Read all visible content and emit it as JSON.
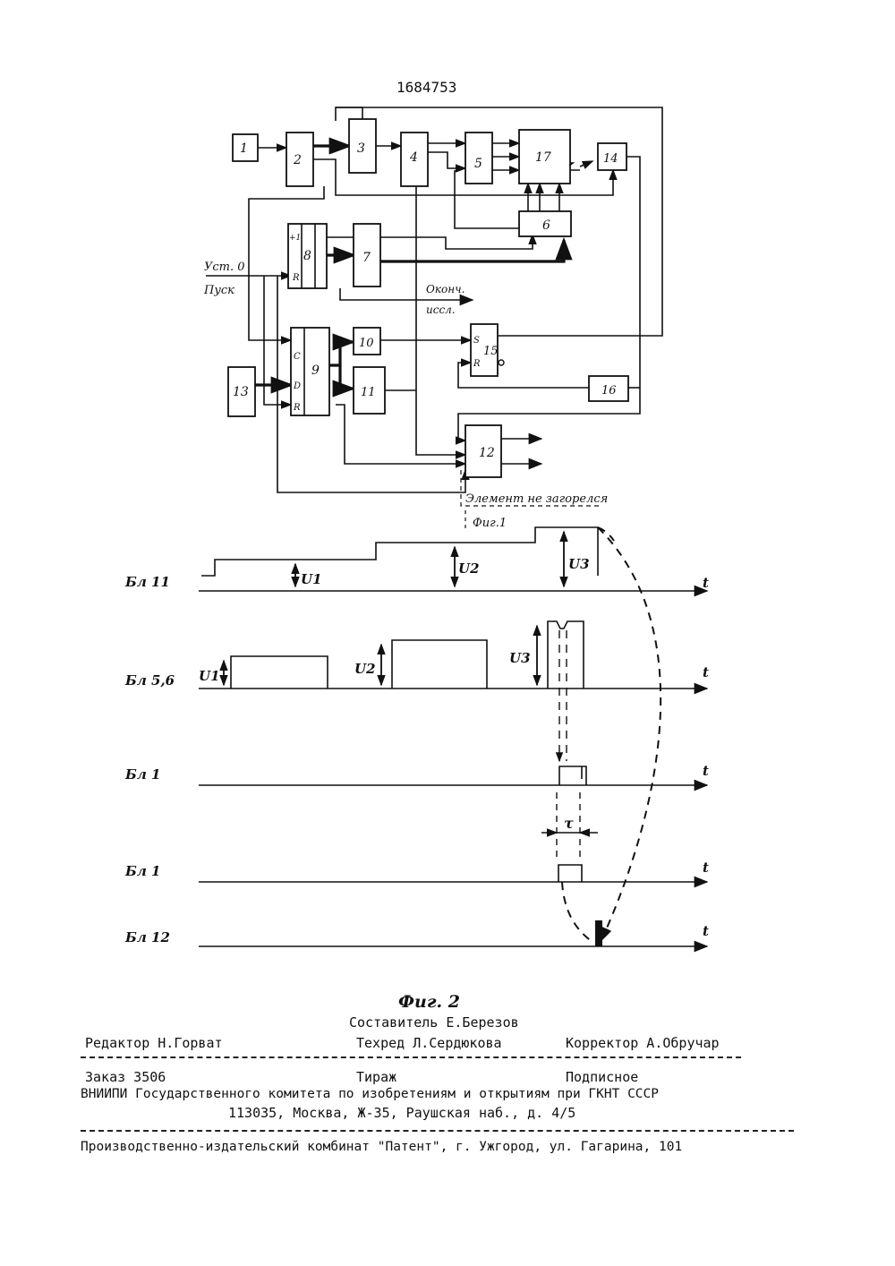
{
  "patent_number": "1684753",
  "fig1": {
    "blocks": [
      {
        "id": "b1",
        "label": "1"
      },
      {
        "id": "b2",
        "label": "2"
      },
      {
        "id": "b3",
        "label": "3"
      },
      {
        "id": "b4",
        "label": "4"
      },
      {
        "id": "b5",
        "label": "5"
      },
      {
        "id": "b17",
        "label": "17"
      },
      {
        "id": "b14",
        "label": "14"
      },
      {
        "id": "b6",
        "label": "6"
      },
      {
        "id": "b8",
        "label": "8"
      },
      {
        "id": "b7",
        "label": "7"
      },
      {
        "id": "b9",
        "label": "9"
      },
      {
        "id": "b13",
        "label": "13"
      },
      {
        "id": "b10",
        "label": "10"
      },
      {
        "id": "b11",
        "label": "11"
      },
      {
        "id": "b15",
        "label": "15"
      },
      {
        "id": "b16",
        "label": "16"
      },
      {
        "id": "b12",
        "label": "12"
      }
    ],
    "pins": {
      "b8_plus1": "+1",
      "b8_R": "R",
      "b9_C": "C",
      "b9_D": "D",
      "b9_R": "R",
      "b15_S": "S",
      "b15_R": "R"
    },
    "labels": {
      "ust0": "Уст. 0",
      "pusk": "Пуск",
      "okonch_1": "Оконч.",
      "okonch_2": "иссл.",
      "element": "Элемент не загорелся"
    },
    "caption": "Фиг.1"
  },
  "fig2": {
    "rows": [
      {
        "label": "Бл 11",
        "axis": "t"
      },
      {
        "label": "Бл 5,6",
        "axis": "t"
      },
      {
        "label": "Бл 1",
        "axis": "t"
      },
      {
        "label": "Бл 1",
        "axis": "t"
      },
      {
        "label": "Бл 12",
        "axis": "t"
      }
    ],
    "levels_top": [
      "U1",
      "U2",
      "U3"
    ],
    "levels_mid": [
      "U1",
      "U2",
      "U3"
    ],
    "tau": "τ",
    "caption": "Фиг. 2"
  },
  "footer": {
    "sostavitel": "Составитель  Е.Березов",
    "redaktor": "Редактор Н.Горват",
    "tehred": "Техред Л.Сердюкова",
    "korrektor": "Корректор А.Обручар",
    "zakaz": "Заказ 3506",
    "tirazh": "Тираж",
    "podpisnoe": "Подписное",
    "vniipi": "ВНИИПИ Государственного комитета по изобретениям и открытиям при ГКНТ СССР",
    "address": "113035, Москва, Ж-35, Раушская наб., д. 4/5",
    "kombinat": "Производственно-издательский комбинат \"Патент\", г. Ужгород, ул. Гагарина, 101"
  }
}
